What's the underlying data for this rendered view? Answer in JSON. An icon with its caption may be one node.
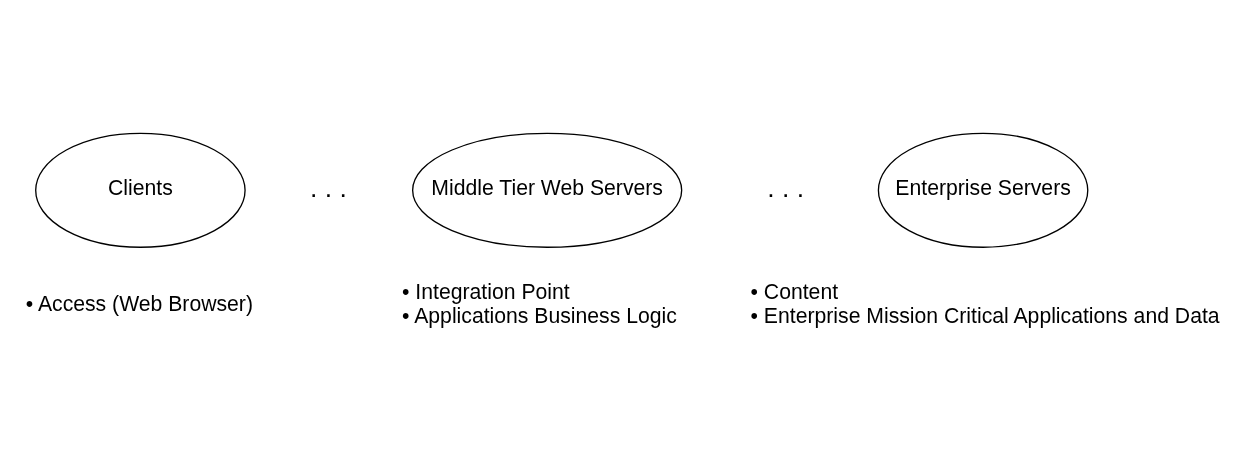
{
  "diagram": {
    "nodes": [
      {
        "text": [
          "Clients"
        ],
        "beside": [
          "• Access (Web Browser)"
        ]
      },
      {
        "text": [
          "Middle Tier Web Servers"
        ],
        "beside": [
          "• Integration Point",
          "• Applications Business Logic"
        ]
      },
      {
        "text": [
          "Enterprise Servers"
        ],
        "beside": [
          "• Content",
          "• Enterprise Mission Critical Applications and Data"
        ]
      }
    ],
    "edges": [],
    "labels": [
      ". . .",
      ". . ."
    ]
  }
}
